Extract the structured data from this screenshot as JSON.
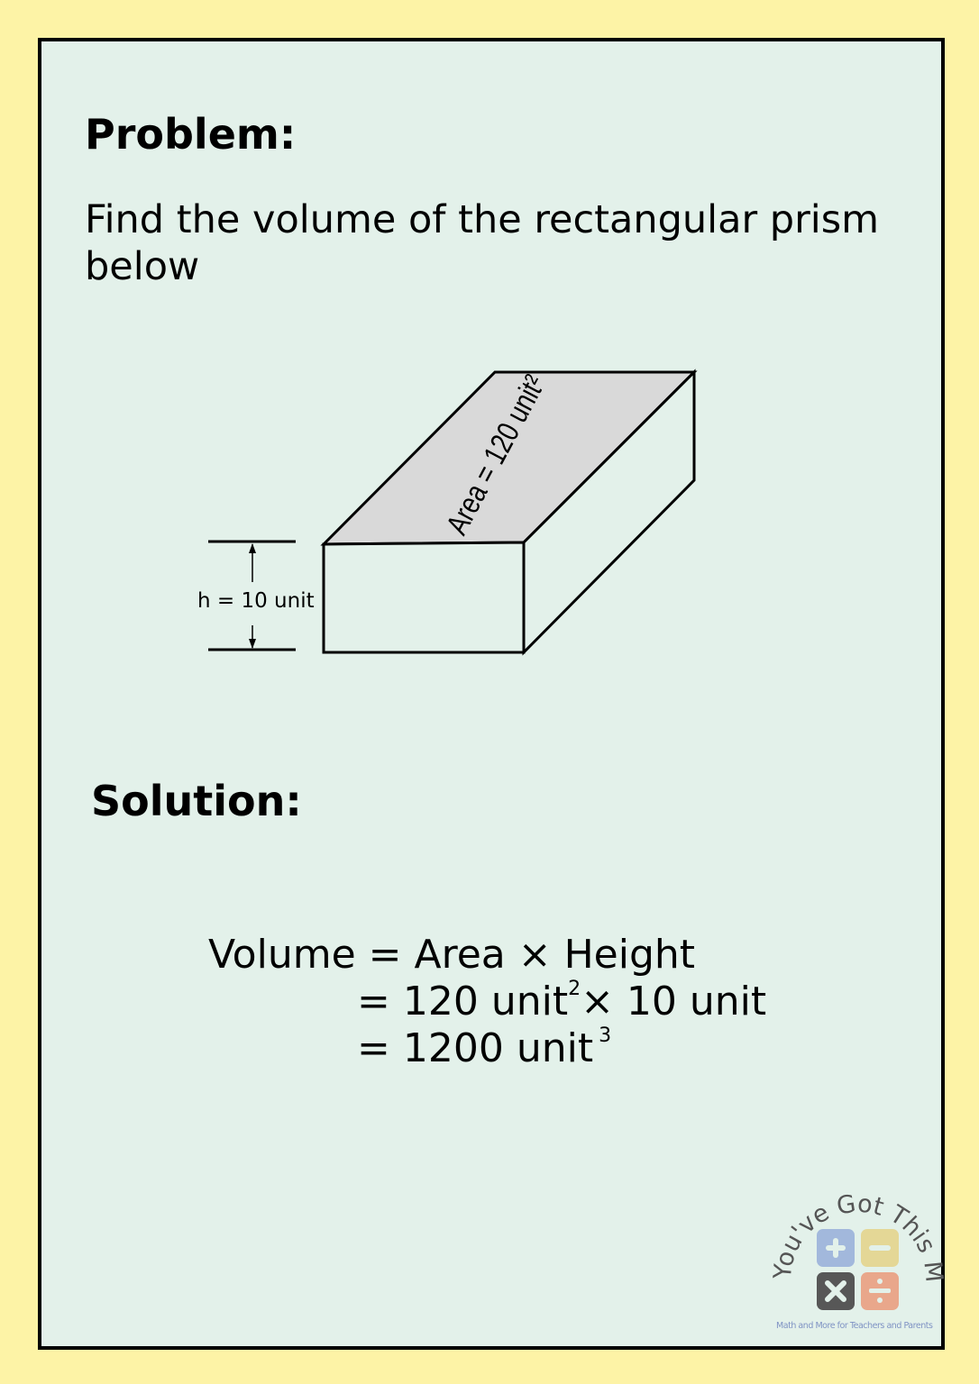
{
  "problem": {
    "heading": "Problem:",
    "text_line1": "Find the volume of the rectangular prism",
    "text_line2": "below"
  },
  "diagram": {
    "area_label": "Area = 120 unit²",
    "height_label": "h = 10 unit",
    "top_face_color": "#d9d9d9"
  },
  "solution": {
    "heading": "Solution:",
    "line1": "Volume = Area × Height",
    "line2_a": "= 120 unit",
    "line2_sup": "2",
    "line2_b": "× 10 unit",
    "line3_a": "= 1200 unit",
    "line3_sup": "3"
  },
  "logo": {
    "arc_text": "You've Got This Math",
    "tagline": "Math and More for Teachers and Parents",
    "colors": {
      "plus": "#a2b8dc",
      "minus": "#e4d796",
      "times": "#575757",
      "divide": "#e9a78b"
    }
  }
}
